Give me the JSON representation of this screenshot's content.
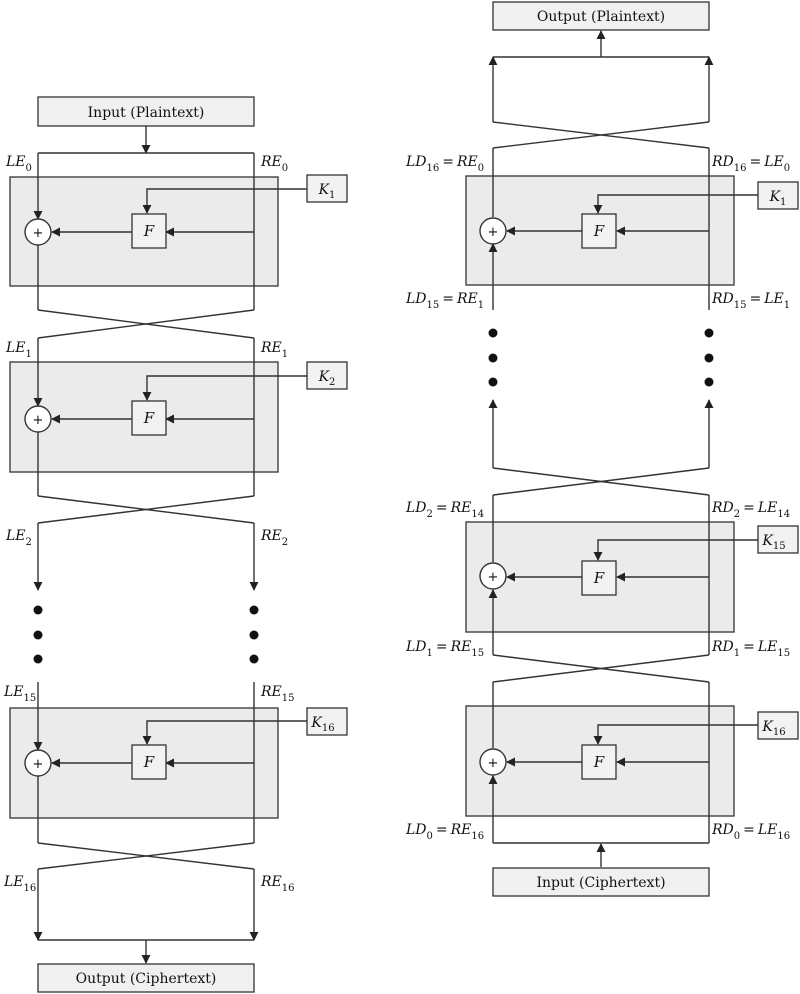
{
  "encryption": {
    "input": "Input (Plaintext)",
    "output": "Output (Ciphertext)",
    "f": "F",
    "plus": "+",
    "labels": {
      "le0": {
        "base": "LE",
        "sub": "0"
      },
      "re0": {
        "base": "RE",
        "sub": "0"
      },
      "le1": {
        "base": "LE",
        "sub": "1"
      },
      "re1": {
        "base": "RE",
        "sub": "1"
      },
      "le2": {
        "base": "LE",
        "sub": "2"
      },
      "re2": {
        "base": "RE",
        "sub": "2"
      },
      "le15": {
        "base": "LE",
        "sub": "15"
      },
      "re15": {
        "base": "RE",
        "sub": "15"
      },
      "le16": {
        "base": "LE",
        "sub": "16"
      },
      "re16": {
        "base": "RE",
        "sub": "16"
      }
    },
    "keys": {
      "k1": {
        "base": "K",
        "sub": "1"
      },
      "k2": {
        "base": "K",
        "sub": "2"
      },
      "k16": {
        "base": "K",
        "sub": "16"
      }
    }
  },
  "decryption": {
    "input": "Input (Ciphertext)",
    "output": "Output (Plaintext)",
    "equals": "=",
    "f": "F",
    "plus": "+",
    "labels": {
      "ld16": {
        "base": "LD",
        "sub": "16",
        "rbase": "RE",
        "rsub": "0"
      },
      "rd16": {
        "base": "RD",
        "sub": "16",
        "rbase": "LE",
        "rsub": "0"
      },
      "ld15": {
        "base": "LD",
        "sub": "15",
        "rbase": "RE",
        "rsub": "1"
      },
      "rd15": {
        "base": "RD",
        "sub": "15",
        "rbase": "LE",
        "rsub": "1"
      },
      "ld2": {
        "base": "LD",
        "sub": "2",
        "rbase": "RE",
        "rsub": "14"
      },
      "rd2": {
        "base": "RD",
        "sub": "2",
        "rbase": "LE",
        "rsub": "14"
      },
      "ld1": {
        "base": "LD",
        "sub": "1",
        "rbase": "RE",
        "rsub": "15"
      },
      "rd1": {
        "base": "RD",
        "sub": "1",
        "rbase": "LE",
        "rsub": "15"
      },
      "ld0": {
        "base": "LD",
        "sub": "0",
        "rbase": "RE",
        "rsub": "16"
      },
      "rd0": {
        "base": "RD",
        "sub": "0",
        "rbase": "LE",
        "rsub": "16"
      }
    },
    "keys": {
      "k1": {
        "base": "K",
        "sub": "1"
      },
      "k15": {
        "base": "K",
        "sub": "15"
      },
      "k16": {
        "base": "K",
        "sub": "16"
      }
    }
  }
}
